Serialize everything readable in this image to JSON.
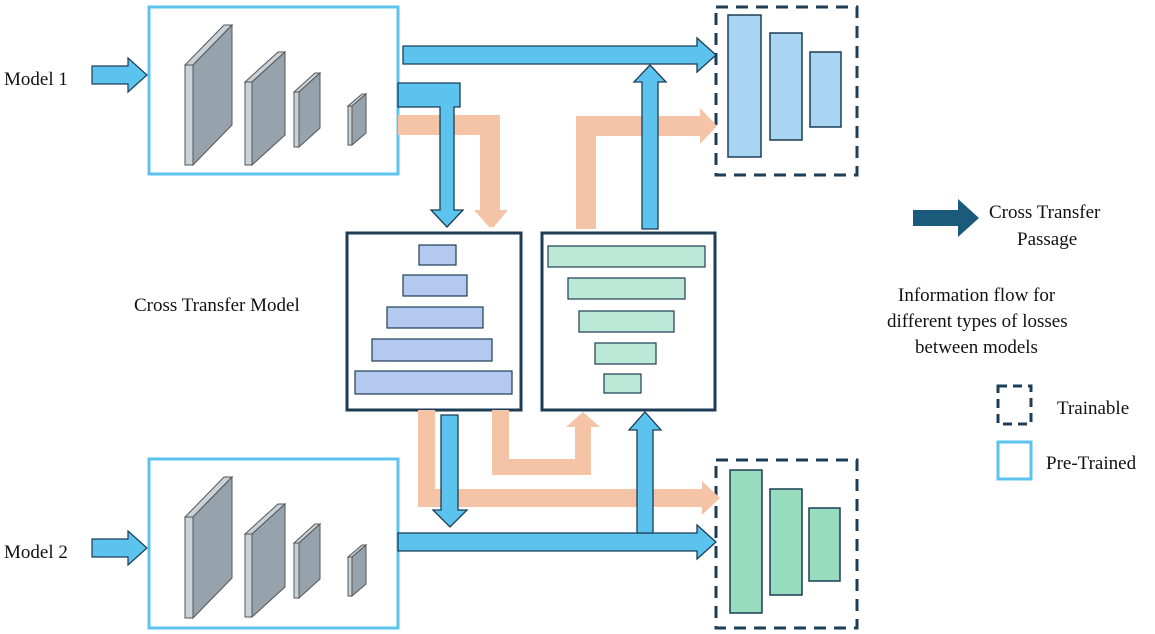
{
  "inputs": {
    "model1": "Model  1",
    "model2": "Model  2"
  },
  "center": {
    "label": "Cross Transfer Model"
  },
  "legend": {
    "arrow_label_line1": "Cross Transfer",
    "arrow_label_line2": "Passage",
    "info_line1": "Information flow for",
    "info_line2": "different types of losses",
    "info_line3": "between models",
    "trainable": "Trainable",
    "pretrained": "Pre-Trained"
  },
  "colors": {
    "blue_arrow": "#5bc3ee",
    "orange_flow": "#f5c4a6",
    "dark_arrow": "#1b5a7a",
    "dark_box": "#1c3d55",
    "pretrained_border": "#5bc3ee",
    "layer_gray": "#97a3ac",
    "encoder_layers": "#b3c9ef",
    "decoder_layers": "#bce9d7",
    "head1_layers": "#a8d6f2",
    "head2_layers": "#98dcbf"
  },
  "icons": [
    "input-arrow-icon",
    "cross-transfer-arrow-icon"
  ]
}
